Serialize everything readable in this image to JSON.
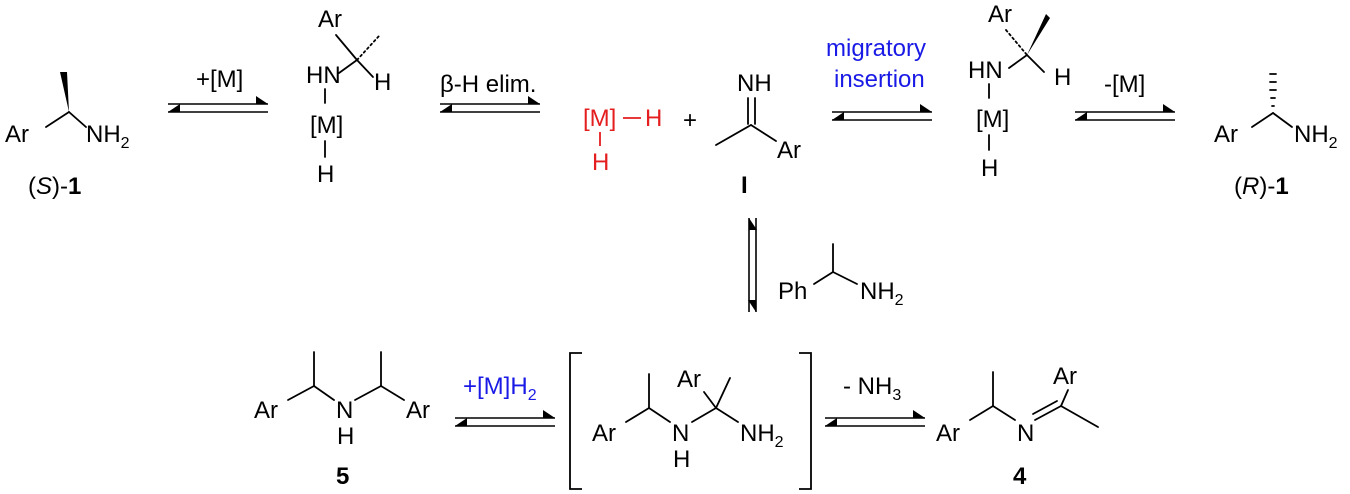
{
  "labels": {
    "ar": "Ar",
    "nh2": "NH",
    "nh2_sub": "2",
    "hn": "HN",
    "h": "H",
    "m": "[M]",
    "nh": "NH",
    "n": "N",
    "ph": "Ph",
    "plus": "+"
  },
  "compounds": {
    "s1_paren_open": "(",
    "s1_letter": "S",
    "s1_paren_close": ")-",
    "s1_num": "1",
    "r1_paren_open": "(",
    "r1_letter": "R",
    "r1_paren_close": ")-",
    "r1_num": "1",
    "imine": "I",
    "c5": "5",
    "c4": "4"
  },
  "arrows": {
    "add_metal": "+[M]",
    "beta_h": "β-H elim.",
    "migratory_line1": "migratory",
    "migratory_line2": "insertion",
    "remove_metal": "-[M]",
    "add_metal_h2": "+[M]H",
    "add_metal_h2_sub": "2",
    "minus_nh3": "- NH",
    "minus_nh3_sub": "3"
  },
  "colors": {
    "metal_hydride": "#e41e1e",
    "catalyst_labels": "#1a1ae6"
  }
}
